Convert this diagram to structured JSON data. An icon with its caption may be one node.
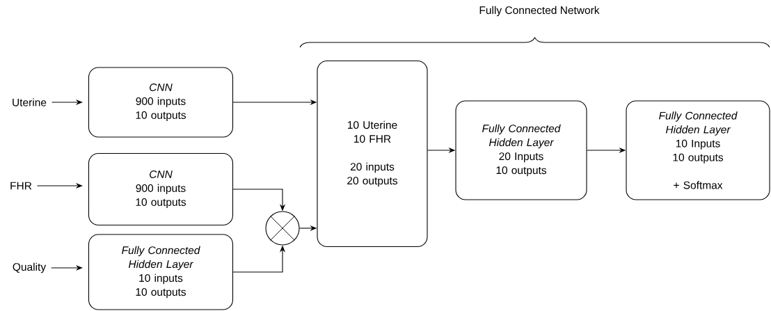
{
  "diagram": {
    "nodes": [
      {
        "text": [
          "Uterine"
        ]
      },
      {
        "text": [
          "CNN",
          "900 inputs",
          "10 outputs"
        ]
      },
      {
        "text": [
          "FHR"
        ]
      },
      {
        "text": [
          "CNN",
          "900 inputs",
          "10 outputs"
        ]
      },
      {
        "text": [
          "Quality"
        ]
      },
      {
        "text": [
          "Fully Connected Hidden Layer",
          "10 inputs",
          "10 outputs"
        ]
      },
      {
        "text": [],
        "shape": "circle"
      },
      {
        "text": [
          "10 Uterine",
          "10 FHR",
          "20 inputs",
          "20 outputs"
        ]
      },
      {
        "text": [
          "Fully Connected Hidden Layer",
          "20 Inputs",
          "10 outputs"
        ]
      },
      {
        "text": [
          "Fully Connected Hidden Layer",
          "10 Inputs",
          "10 outputs",
          "+ Softmax"
        ]
      }
    ],
    "edges": [
      {
        "from": 0,
        "to": 1,
        "arrow": "to"
      },
      {
        "from": 2,
        "to": 3,
        "arrow": "to"
      },
      {
        "from": 4,
        "to": 5,
        "arrow": "to"
      },
      {
        "from": 1,
        "to": 7,
        "arrow": "to"
      },
      {
        "from": 3,
        "to": 6,
        "arrow": "to"
      },
      {
        "from": 5,
        "to": 6,
        "arrow": "to"
      },
      {
        "from": 6,
        "to": 7,
        "arrow": "to"
      },
      {
        "from": 7,
        "to": 8,
        "arrow": "to"
      },
      {
        "from": 8,
        "to": 9,
        "arrow": "to"
      }
    ],
    "labels": [
      "Fully Connected Network"
    ]
  }
}
